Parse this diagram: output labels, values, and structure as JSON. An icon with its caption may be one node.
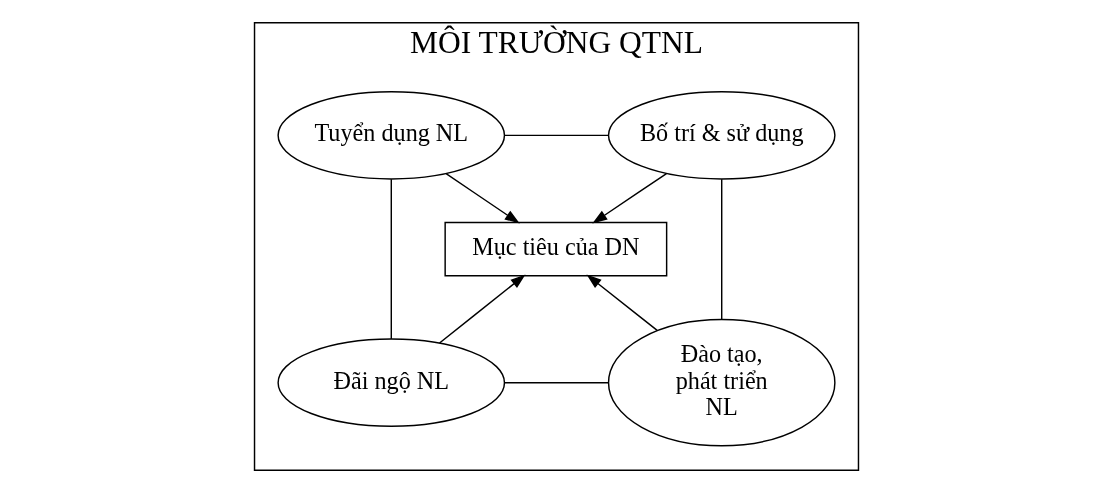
{
  "diagram": {
    "nodes": [
      {
        "text": [
          "MÔI TRƯỜNG QTNL"
        ]
      },
      {
        "text": [
          "Tuyển dụng NL"
        ],
        "in": 0
      },
      {
        "text": [
          "Bố trí & sử dụng"
        ],
        "in": 0
      },
      {
        "text": [
          "Mục tiêu của DN"
        ],
        "in": 0
      },
      {
        "text": [
          "Đãi ngộ NL"
        ],
        "in": 0
      },
      {
        "text": [
          "Đào tạo, phát triển NL"
        ],
        "in": 0
      }
    ],
    "edges": [
      {
        "from": 1,
        "to": 2,
        "arrow": "none"
      },
      {
        "from": 1,
        "to": 4,
        "arrow": "none"
      },
      {
        "from": 2,
        "to": 5,
        "arrow": "none"
      },
      {
        "from": 4,
        "to": 5,
        "arrow": "none"
      },
      {
        "from": 1,
        "to": 3,
        "arrow": "to"
      },
      {
        "from": 2,
        "to": 3,
        "arrow": "to"
      },
      {
        "from": 4,
        "to": 3,
        "arrow": "to"
      },
      {
        "from": 5,
        "to": 3,
        "arrow": "to"
      }
    ]
  }
}
